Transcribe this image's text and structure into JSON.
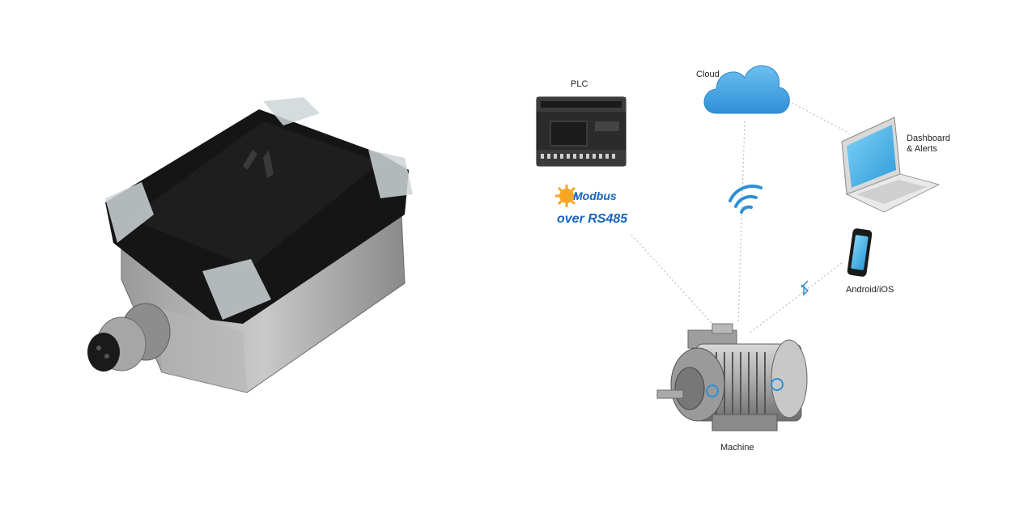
{
  "nodes": {
    "plc": {
      "label": "PLC",
      "icon": "plc-icon"
    },
    "cloud": {
      "label": "Cloud",
      "icon": "cloud-icon"
    },
    "dashboard": {
      "label": "Dashboard\n& Alerts",
      "icon": "laptop-icon"
    },
    "mobile": {
      "label": "Android/iOS",
      "icon": "smartphone-icon"
    },
    "machine": {
      "label": "Machine",
      "icon": "electric-motor-icon"
    }
  },
  "protocol": {
    "modbus": "Modbus",
    "rs485": "over RS485",
    "wifi_icon": "wifi-icon",
    "bluetooth_icon": "bluetooth-icon"
  },
  "product": {
    "icon": "vibration-sensor-device-icon"
  },
  "colors": {
    "accent_blue": "#1565c0",
    "cloud_blue": "#4aa3df",
    "link_gray": "#bdbdbd",
    "modbus_orange": "#f5a623"
  }
}
